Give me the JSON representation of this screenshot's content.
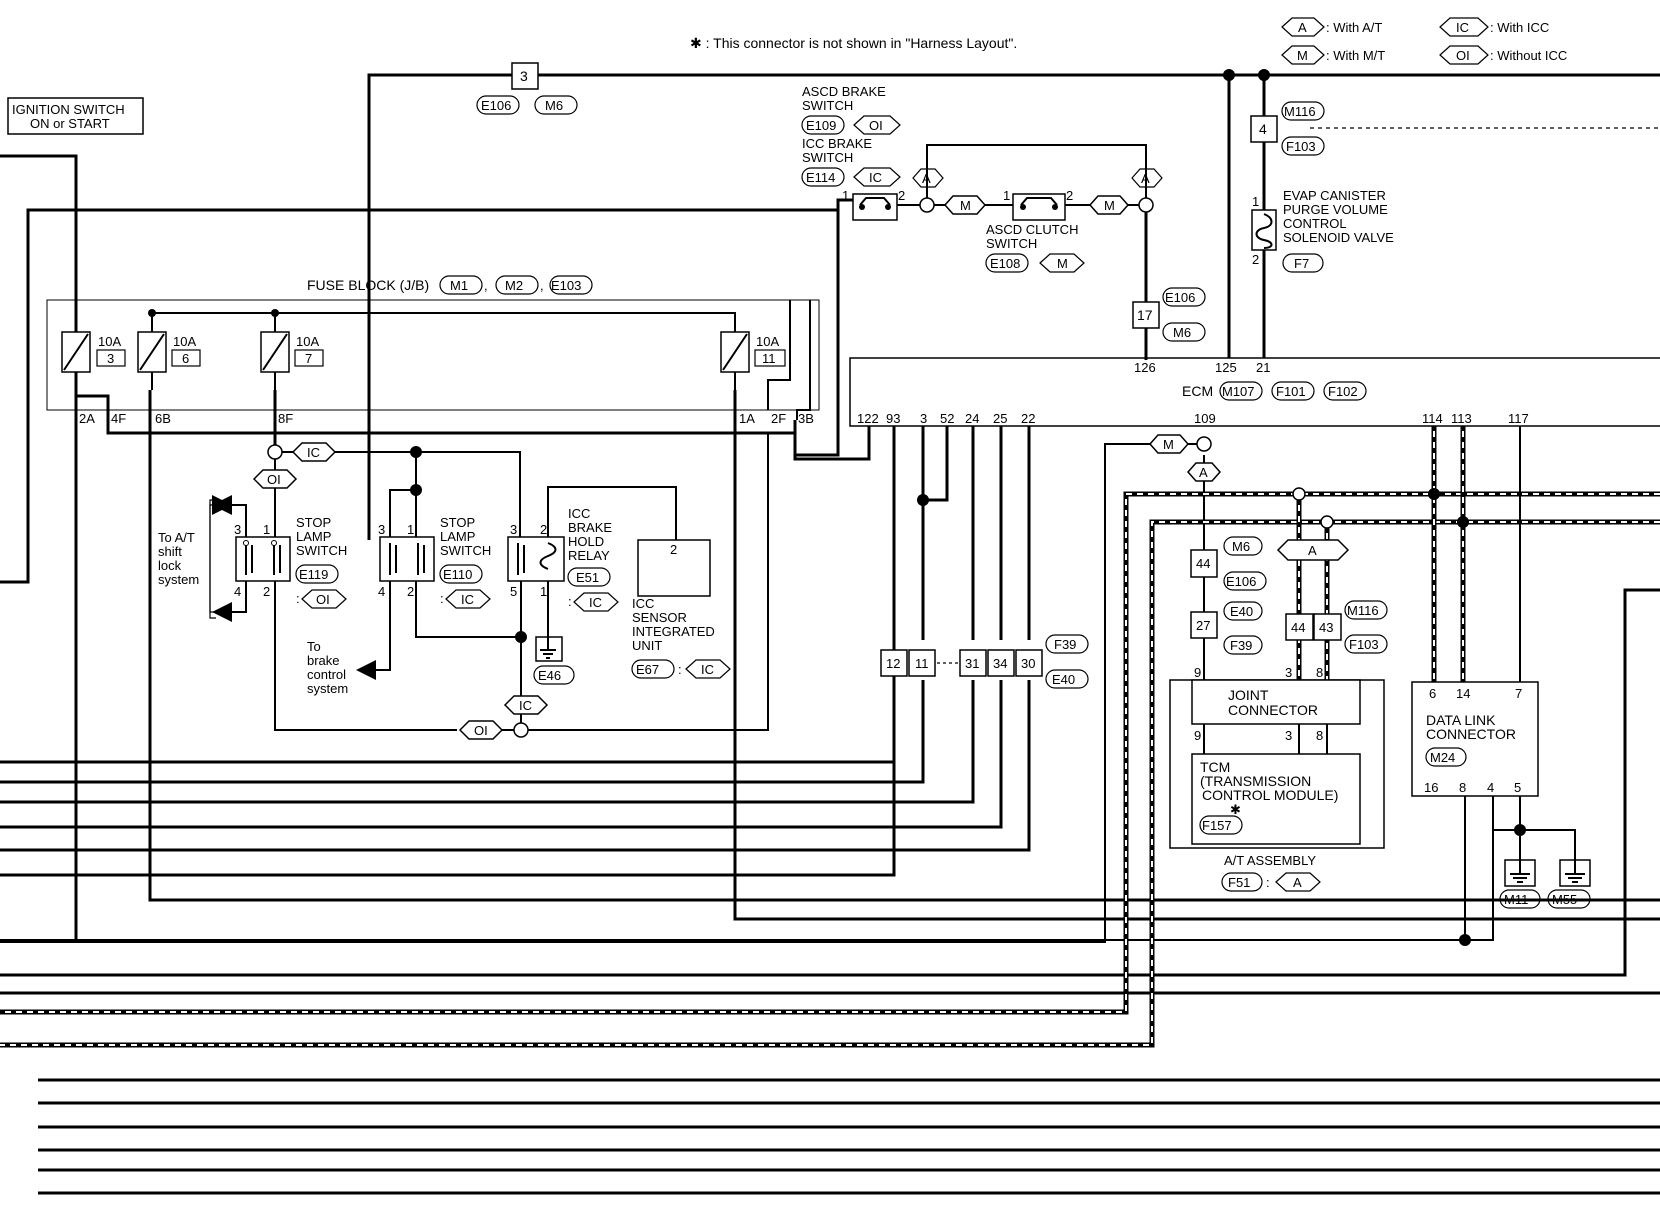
{
  "note": "✱ : This connector is not shown in \"Harness Layout\".",
  "legend": {
    "with_at": {
      "code": "A",
      "text": ": With A/T"
    },
    "with_mt": {
      "code": "M",
      "text": ": With M/T"
    },
    "with_icc": {
      "code": "IC",
      "text": ": With ICC"
    },
    "without_icc": {
      "code": "OI",
      "text": ": Without ICC"
    }
  },
  "ignition": {
    "line1": "IGNITION SWITCH",
    "line2": "ON or START"
  },
  "fuse_block": {
    "label": "FUSE BLOCK (J/B)",
    "connectors": [
      "M1",
      "M2",
      "E103"
    ]
  },
  "fuses": [
    {
      "amp": "10A",
      "num": "3"
    },
    {
      "amp": "10A",
      "num": "6"
    },
    {
      "amp": "10A",
      "num": "7"
    },
    {
      "amp": "10A",
      "num": "11"
    }
  ],
  "fuse_terminals": [
    "2A",
    "4F",
    "6B",
    "8F",
    "1A",
    "2F",
    "3B"
  ],
  "connector_top": {
    "pin": "3",
    "codes": [
      "E106",
      "M6"
    ]
  },
  "ascd_brake": {
    "line1": "ASCD BRAKE",
    "line2": "SWITCH",
    "code": "E109",
    "tag": "OI"
  },
  "icc_brake": {
    "line1": "ICC BRAKE",
    "line2": "SWITCH",
    "code": "E114",
    "tag": "IC"
  },
  "ascd_clutch": {
    "line1": "ASCD CLUTCH",
    "line2": "SWITCH",
    "code": "E108",
    "tag": "M"
  },
  "evap": {
    "lines": [
      "EVAP CANISTER",
      "PURGE VOLUME",
      "CONTROL",
      "SOLENOID VALVE"
    ],
    "code": "F7",
    "pin1": "1",
    "pin2": "2"
  },
  "conn_4": {
    "pin": "4",
    "codes": [
      "M116",
      "F103"
    ]
  },
  "conn_17": {
    "pin": "17",
    "codes": [
      "E106",
      "M6"
    ]
  },
  "ecm": {
    "label": "ECM",
    "codes": [
      "M107",
      "F101",
      "F102"
    ],
    "top_pins": [
      "126",
      "125",
      "21"
    ],
    "bottom_pins": [
      "122",
      "93",
      "3",
      "52",
      "24",
      "25",
      "22",
      "109",
      "114",
      "113",
      "117"
    ]
  },
  "stop_lamp_1": {
    "lines": [
      "STOP",
      "LAMP",
      "SWITCH"
    ],
    "code": "E119",
    "tag": "OI",
    "pins": [
      "3",
      "1",
      "4",
      "2"
    ]
  },
  "stop_lamp_2": {
    "lines": [
      "STOP",
      "LAMP",
      "SWITCH"
    ],
    "code": "E110",
    "tag": "IC",
    "pins": [
      "3",
      "1",
      "4",
      "2"
    ]
  },
  "icc_relay": {
    "lines": [
      "ICC",
      "BRAKE",
      "HOLD",
      "RELAY"
    ],
    "code": "E51",
    "tag": "IC",
    "pins": [
      "3",
      "2",
      "5",
      "1"
    ]
  },
  "icc_sensor": {
    "lines": [
      "ICC",
      "SENSOR",
      "INTEGRATED",
      "UNIT"
    ],
    "code": "E67",
    "tag": "IC",
    "pin": "2"
  },
  "ground_e46": "E46",
  "to_at": [
    "To A/T",
    "shift",
    "lock",
    "system"
  ],
  "to_brake": [
    "To",
    "brake",
    "control",
    "system"
  ],
  "tags": {
    "ic": "IC",
    "oi": "OI",
    "a": "A",
    "m": "M"
  },
  "f39_row": {
    "pins": [
      "12",
      "11",
      "31",
      "34",
      "30"
    ],
    "codes": [
      "F39",
      "E40"
    ]
  },
  "conn_44": {
    "pin": "44",
    "codes": [
      "M6",
      "E106"
    ]
  },
  "conn_27": {
    "pin": "27",
    "codes": [
      "E40",
      "F39"
    ]
  },
  "conn_4443": {
    "pins": [
      "44",
      "43"
    ],
    "codes": [
      "M116",
      "F103"
    ]
  },
  "joint": {
    "line1": "JOINT",
    "line2": "CONNECTOR",
    "pins_top": [
      "9",
      "3",
      "8"
    ],
    "pins_bottom": [
      "9",
      "3",
      "8"
    ]
  },
  "tcm": {
    "lines": [
      "TCM",
      "(TRANSMISSION",
      "CONTROL MODULE)"
    ],
    "code": "F157",
    "star": "✱"
  },
  "at_assembly": {
    "label": "A/T ASSEMBLY",
    "code": "F51",
    "tag": "A"
  },
  "dlc": {
    "line1": "DATA LINK",
    "line2": "CONNECTOR",
    "code": "M24",
    "pins_top": [
      "6",
      "14",
      "7"
    ],
    "pins_bottom": [
      "16",
      "8",
      "4",
      "5"
    ]
  },
  "grounds": [
    "M11",
    "M55"
  ]
}
